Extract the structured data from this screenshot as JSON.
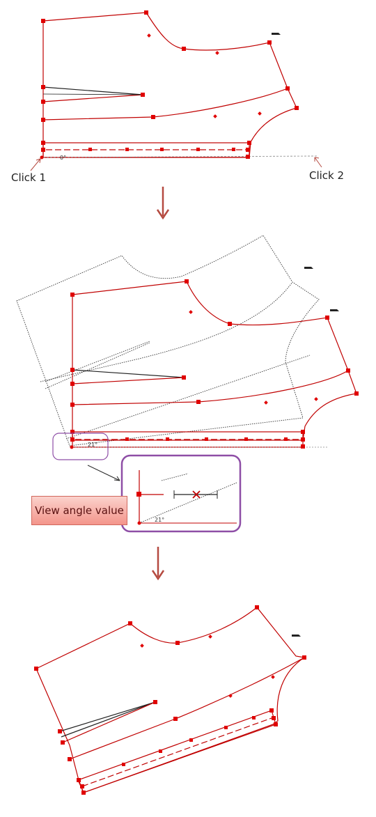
{
  "labels": {
    "click1": "Click 1",
    "click2": "Click 2",
    "view_angle": "View angle value",
    "angle_zero": "0°",
    "angle_value": "21°"
  },
  "colors": {
    "pattern_line": "#c00000",
    "point": "#e00000",
    "arrow": "#b54a40",
    "magnifier_border": "#8e4ea6",
    "callout_fill": "#f5a9a0",
    "dotted": "#333333"
  }
}
